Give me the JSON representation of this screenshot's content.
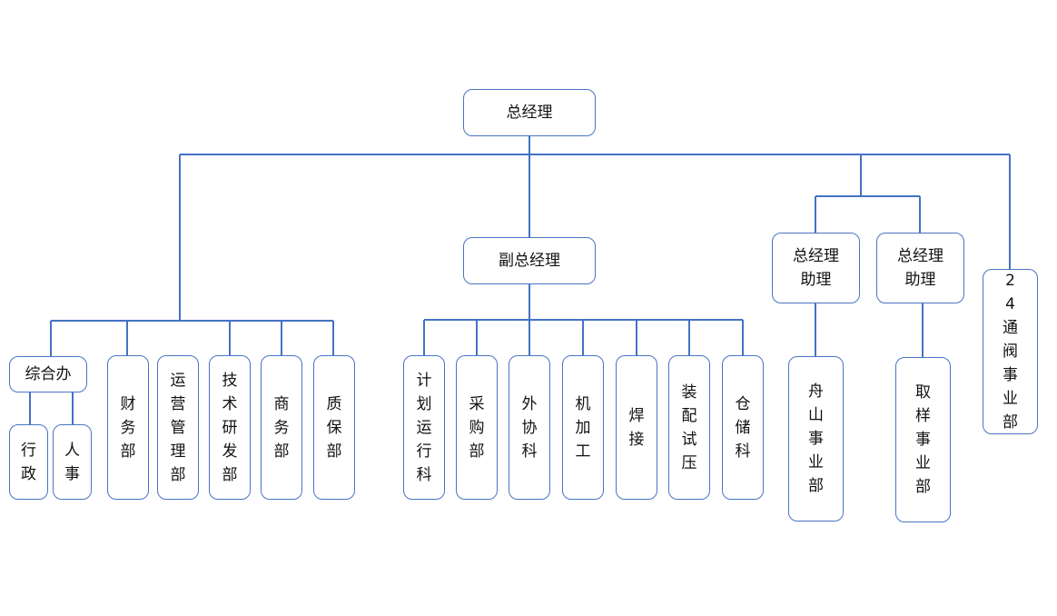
{
  "org_chart": {
    "line_color": "#4472C4",
    "root": "总经理",
    "deputy": "副总经理",
    "assistant_1": "总经理\n助理",
    "assistant_2": "总经理\n助理",
    "division_24": "24通阀事业部",
    "general_office": "综合办",
    "admin": "行政",
    "hr": "人事",
    "finance": "财务部",
    "operations_mgmt": "运营管理部",
    "tech_rd": "技术研发部",
    "business": "商务部",
    "quality": "质保部",
    "planning": "计划运行科",
    "purchasing": "采购部",
    "outsourcing": "外协科",
    "machining": "机加工",
    "welding": "焊接",
    "assembly_test": "装配试压",
    "warehouse": "仓储科",
    "zhoushan_division": "舟山事业部",
    "quyang_division": "取样事业部"
  }
}
